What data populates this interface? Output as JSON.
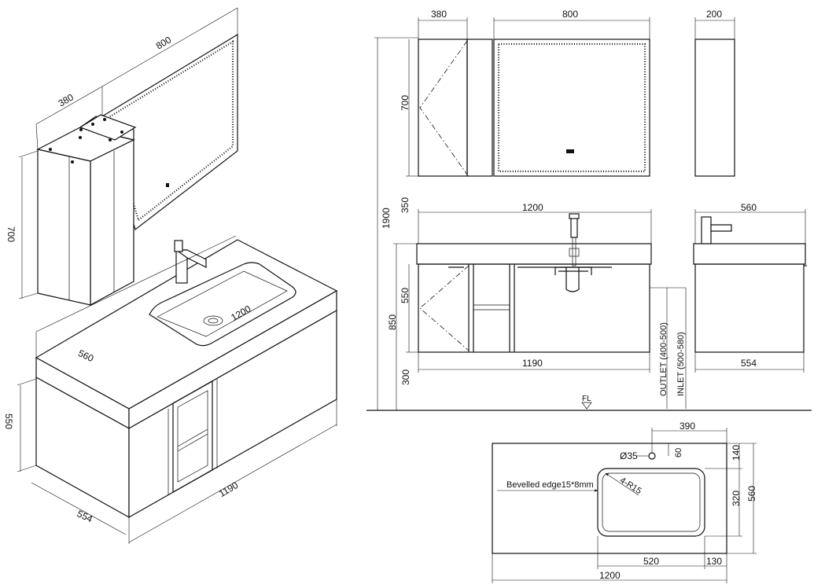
{
  "dimensions": {
    "iso_mirror_width": "800",
    "iso_cabinet_width": "380",
    "iso_cabinet_height": "700",
    "iso_basin_length": "1200",
    "iso_counter_depth": "560",
    "iso_vanity_height": "550",
    "iso_vanity_width": "1190",
    "iso_vanity_depth": "554",
    "front_cabinet_width": "380",
    "front_mirror_width": "800",
    "side_cabinet_depth": "200",
    "front_upper_height": "700",
    "front_gap": "350",
    "total_height": "1900",
    "front_counter_width": "1200",
    "front_vanity_height": "550",
    "front_counter_top_height": "850",
    "front_floor_clearance": "300",
    "front_vanity_width": "1190",
    "side_counter_depth": "560",
    "side_vanity_depth": "554",
    "outlet": "OUTLET (400-500)",
    "inlet": "INLET (500-580)",
    "floor_level": "FL",
    "plan_tap_offset": "390",
    "plan_tap_hole": "Ø35",
    "plan_tap_y": "60",
    "plan_basin_offset": "140",
    "plan_basin_depth": "320",
    "plan_depth": "560",
    "plan_basin_width": "520",
    "plan_right_margin": "130",
    "plan_width": "1200",
    "bevel_note": "Bevelled edge15*8mm",
    "corner_radius": "4-R15"
  }
}
